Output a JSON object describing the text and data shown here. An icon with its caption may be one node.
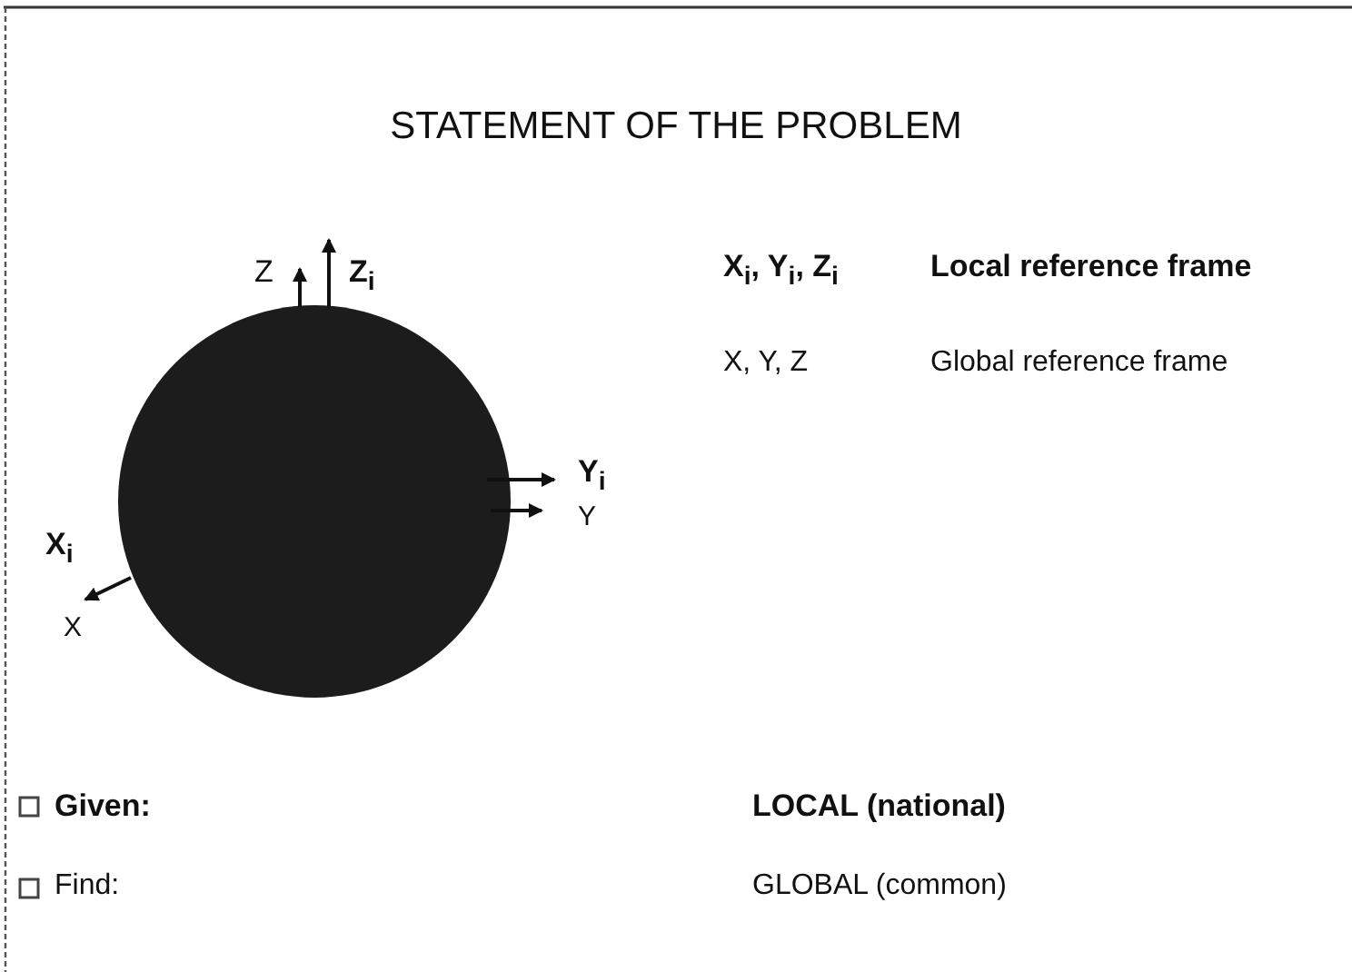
{
  "diagram": {
    "title": "STATEMENT OF THE PROBLEM",
    "labels": [
      "Z",
      "Z$_{i}$",
      "Y$_{i}$",
      "Y",
      "X$_{i}$",
      "X",
      "X$_{i}$, Y$_{i}$, Z$_{i}$",
      "Local reference frame",
      "X, Y, Z",
      "Global reference frame",
      "Given:",
      "LOCAL (national)",
      "Find:",
      "GLOBAL (common)"
    ]
  }
}
